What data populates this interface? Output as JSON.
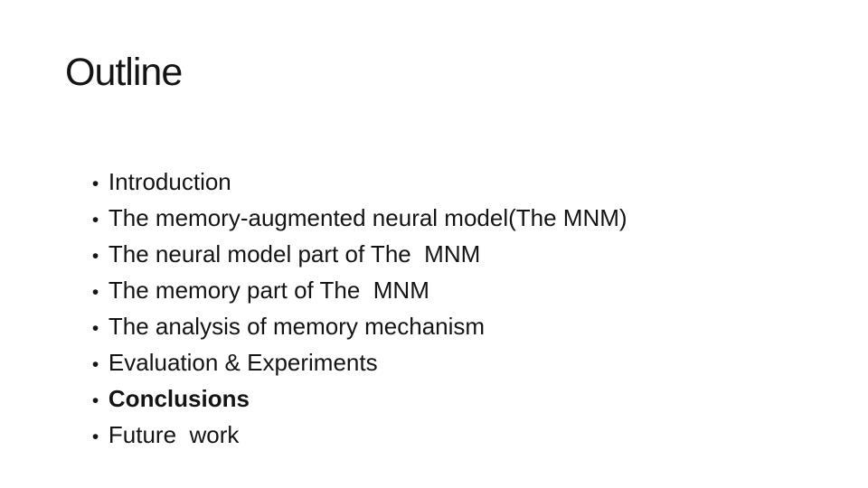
{
  "slide": {
    "title": "Outline",
    "bullet_glyph": "•",
    "bullets": [
      {
        "text": "Introduction",
        "bold": false
      },
      {
        "text": "The memory-augmented neural model(The MNM)",
        "bold": false
      },
      {
        "text": "The neural model part of The  MNM",
        "bold": false
      },
      {
        "text": "The memory part of The  MNM",
        "bold": false
      },
      {
        "text": "The analysis of memory mechanism",
        "bold": false
      },
      {
        "text": "Evaluation & Experiments",
        "bold": false
      },
      {
        "text": "Conclusions",
        "bold": true
      },
      {
        "text": "Future  work",
        "bold": false
      }
    ],
    "colors": {
      "background": "#ffffff",
      "text": "#141414"
    }
  }
}
